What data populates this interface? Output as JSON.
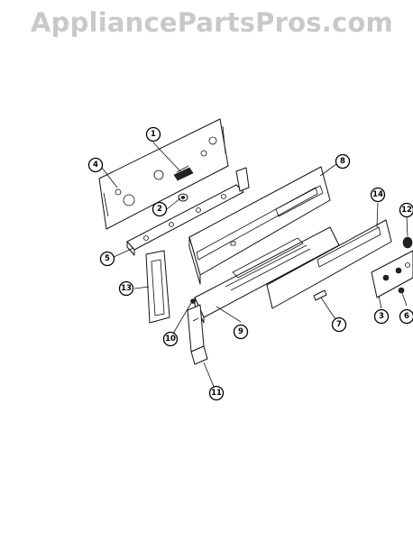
{
  "watermark": "AppliancePartsPros.com",
  "callouts": [
    {
      "id": "c1",
      "label": "1"
    },
    {
      "id": "c2",
      "label": "2"
    },
    {
      "id": "c3",
      "label": "3"
    },
    {
      "id": "c4",
      "label": "4"
    },
    {
      "id": "c5",
      "label": "5"
    },
    {
      "id": "c6",
      "label": "6"
    },
    {
      "id": "c7",
      "label": "7"
    },
    {
      "id": "c8",
      "label": "8"
    },
    {
      "id": "c9",
      "label": "9"
    },
    {
      "id": "c10",
      "label": "10"
    },
    {
      "id": "c11",
      "label": "11"
    },
    {
      "id": "c12",
      "label": "12"
    },
    {
      "id": "c13",
      "label": "13"
    },
    {
      "id": "c14",
      "label": "14"
    }
  ]
}
